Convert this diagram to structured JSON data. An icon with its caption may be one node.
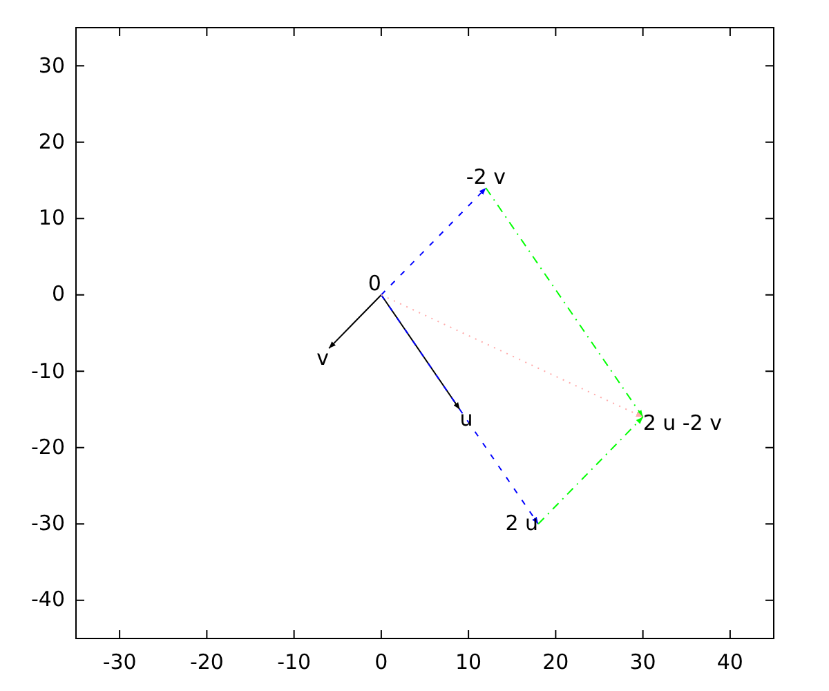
{
  "diagram": {
    "nodes": [
      {
        "text": [
          "0"
        ]
      },
      {
        "text": [
          "v"
        ]
      },
      {
        "text": [
          "u"
        ]
      },
      {
        "text": [
          "2 u"
        ]
      },
      {
        "text": [
          "-2 v"
        ]
      },
      {
        "text": [
          "2 u -2 v"
        ]
      }
    ],
    "edges": [
      {
        "from": 0,
        "to": 1,
        "arrow": "to"
      },
      {
        "from": 0,
        "to": 2,
        "arrow": "to"
      },
      {
        "from": 0,
        "to": 3,
        "arrow": "to",
        "style": "dashed",
        "color": "#0000ff"
      },
      {
        "from": 0,
        "to": 4,
        "arrow": "to",
        "style": "dashed",
        "color": "#0000ff"
      },
      {
        "from": 3,
        "to": 5,
        "arrow": "to",
        "style": "dashed",
        "color": "#00ff00"
      },
      {
        "from": 4,
        "to": 5,
        "arrow": "to",
        "style": "dashed",
        "color": "#00ff00"
      },
      {
        "from": 0,
        "to": 5,
        "arrow": "to",
        "style": "dashed",
        "color": "#ffaaaa"
      }
    ],
    "chart_data": {
      "type": "line",
      "xlim": [
        -35,
        45
      ],
      "ylim": [
        -45,
        35
      ],
      "xticks": [
        -30,
        -20,
        -10,
        0,
        10,
        20,
        30,
        40
      ],
      "yticks": [
        -40,
        -30,
        -20,
        -10,
        0,
        10,
        20,
        30
      ]
    }
  }
}
